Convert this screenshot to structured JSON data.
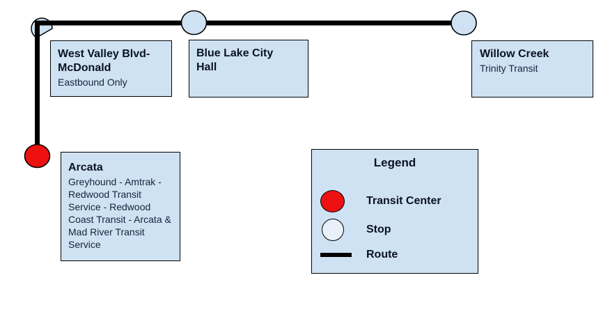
{
  "colors": {
    "transit_center_red": "#ee1111",
    "stop_fill": "#cfe2f3",
    "label_box_fill": "#cfe2f3",
    "route_black": "#000000",
    "outline_black": "#000000"
  },
  "stops": [
    {
      "name": "West Valley Blvd-McDonald",
      "note": "Eastbound Only",
      "type": "stop"
    },
    {
      "name": "Blue Lake City Hall",
      "type": "stop"
    },
    {
      "name": "Willow Creek",
      "note": "Trinity Transit",
      "type": "stop"
    },
    {
      "name": "Arcata",
      "note": "Greyhound - Amtrak - Redwood Transit Service - Redwood Coast Transit - Arcata & Mad River Transit Service",
      "type": "transit_center"
    }
  ],
  "legend": {
    "title": "Legend",
    "items": [
      {
        "label": "Transit Center",
        "swatch": "red-filled-circle"
      },
      {
        "label": "Stop",
        "swatch": "outlined-circle"
      },
      {
        "label": "Route",
        "swatch": "black-line"
      }
    ]
  }
}
